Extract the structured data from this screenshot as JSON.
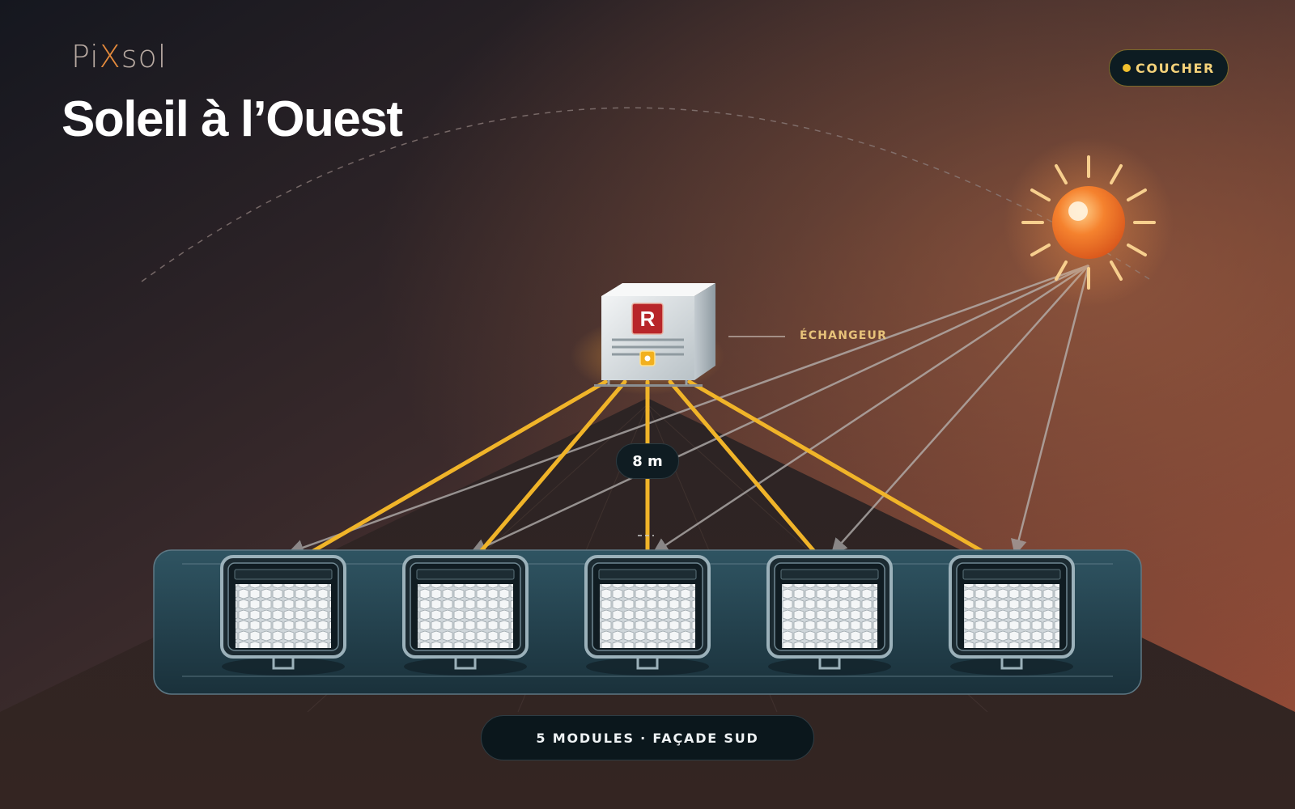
{
  "brand": {
    "logo_pre": "Pi",
    "logo_x": "X",
    "logo_post": "sol"
  },
  "title": "Soleil à l’Ouest",
  "badge": {
    "label": "COUCHER",
    "dot_color": "#f2c12e"
  },
  "exchanger": {
    "logo_letter": "R",
    "label": "ÉCHANGEUR"
  },
  "distance_label": "8 m",
  "modules": {
    "count": 5
  },
  "footer_label": "5 MODULES · FAÇADE SUD",
  "colors": {
    "pipe": "#f0b429",
    "sun_core": "#f27a2a",
    "sun_rays": "#f7cf8e",
    "panel": "#2a4a58",
    "background_dark": "#1a1c24",
    "background_warm": "#8a4a38"
  },
  "icons": {
    "sun": "sun-icon",
    "exchanger": "exchanger-unit-icon",
    "module": "solar-collector-icon"
  }
}
